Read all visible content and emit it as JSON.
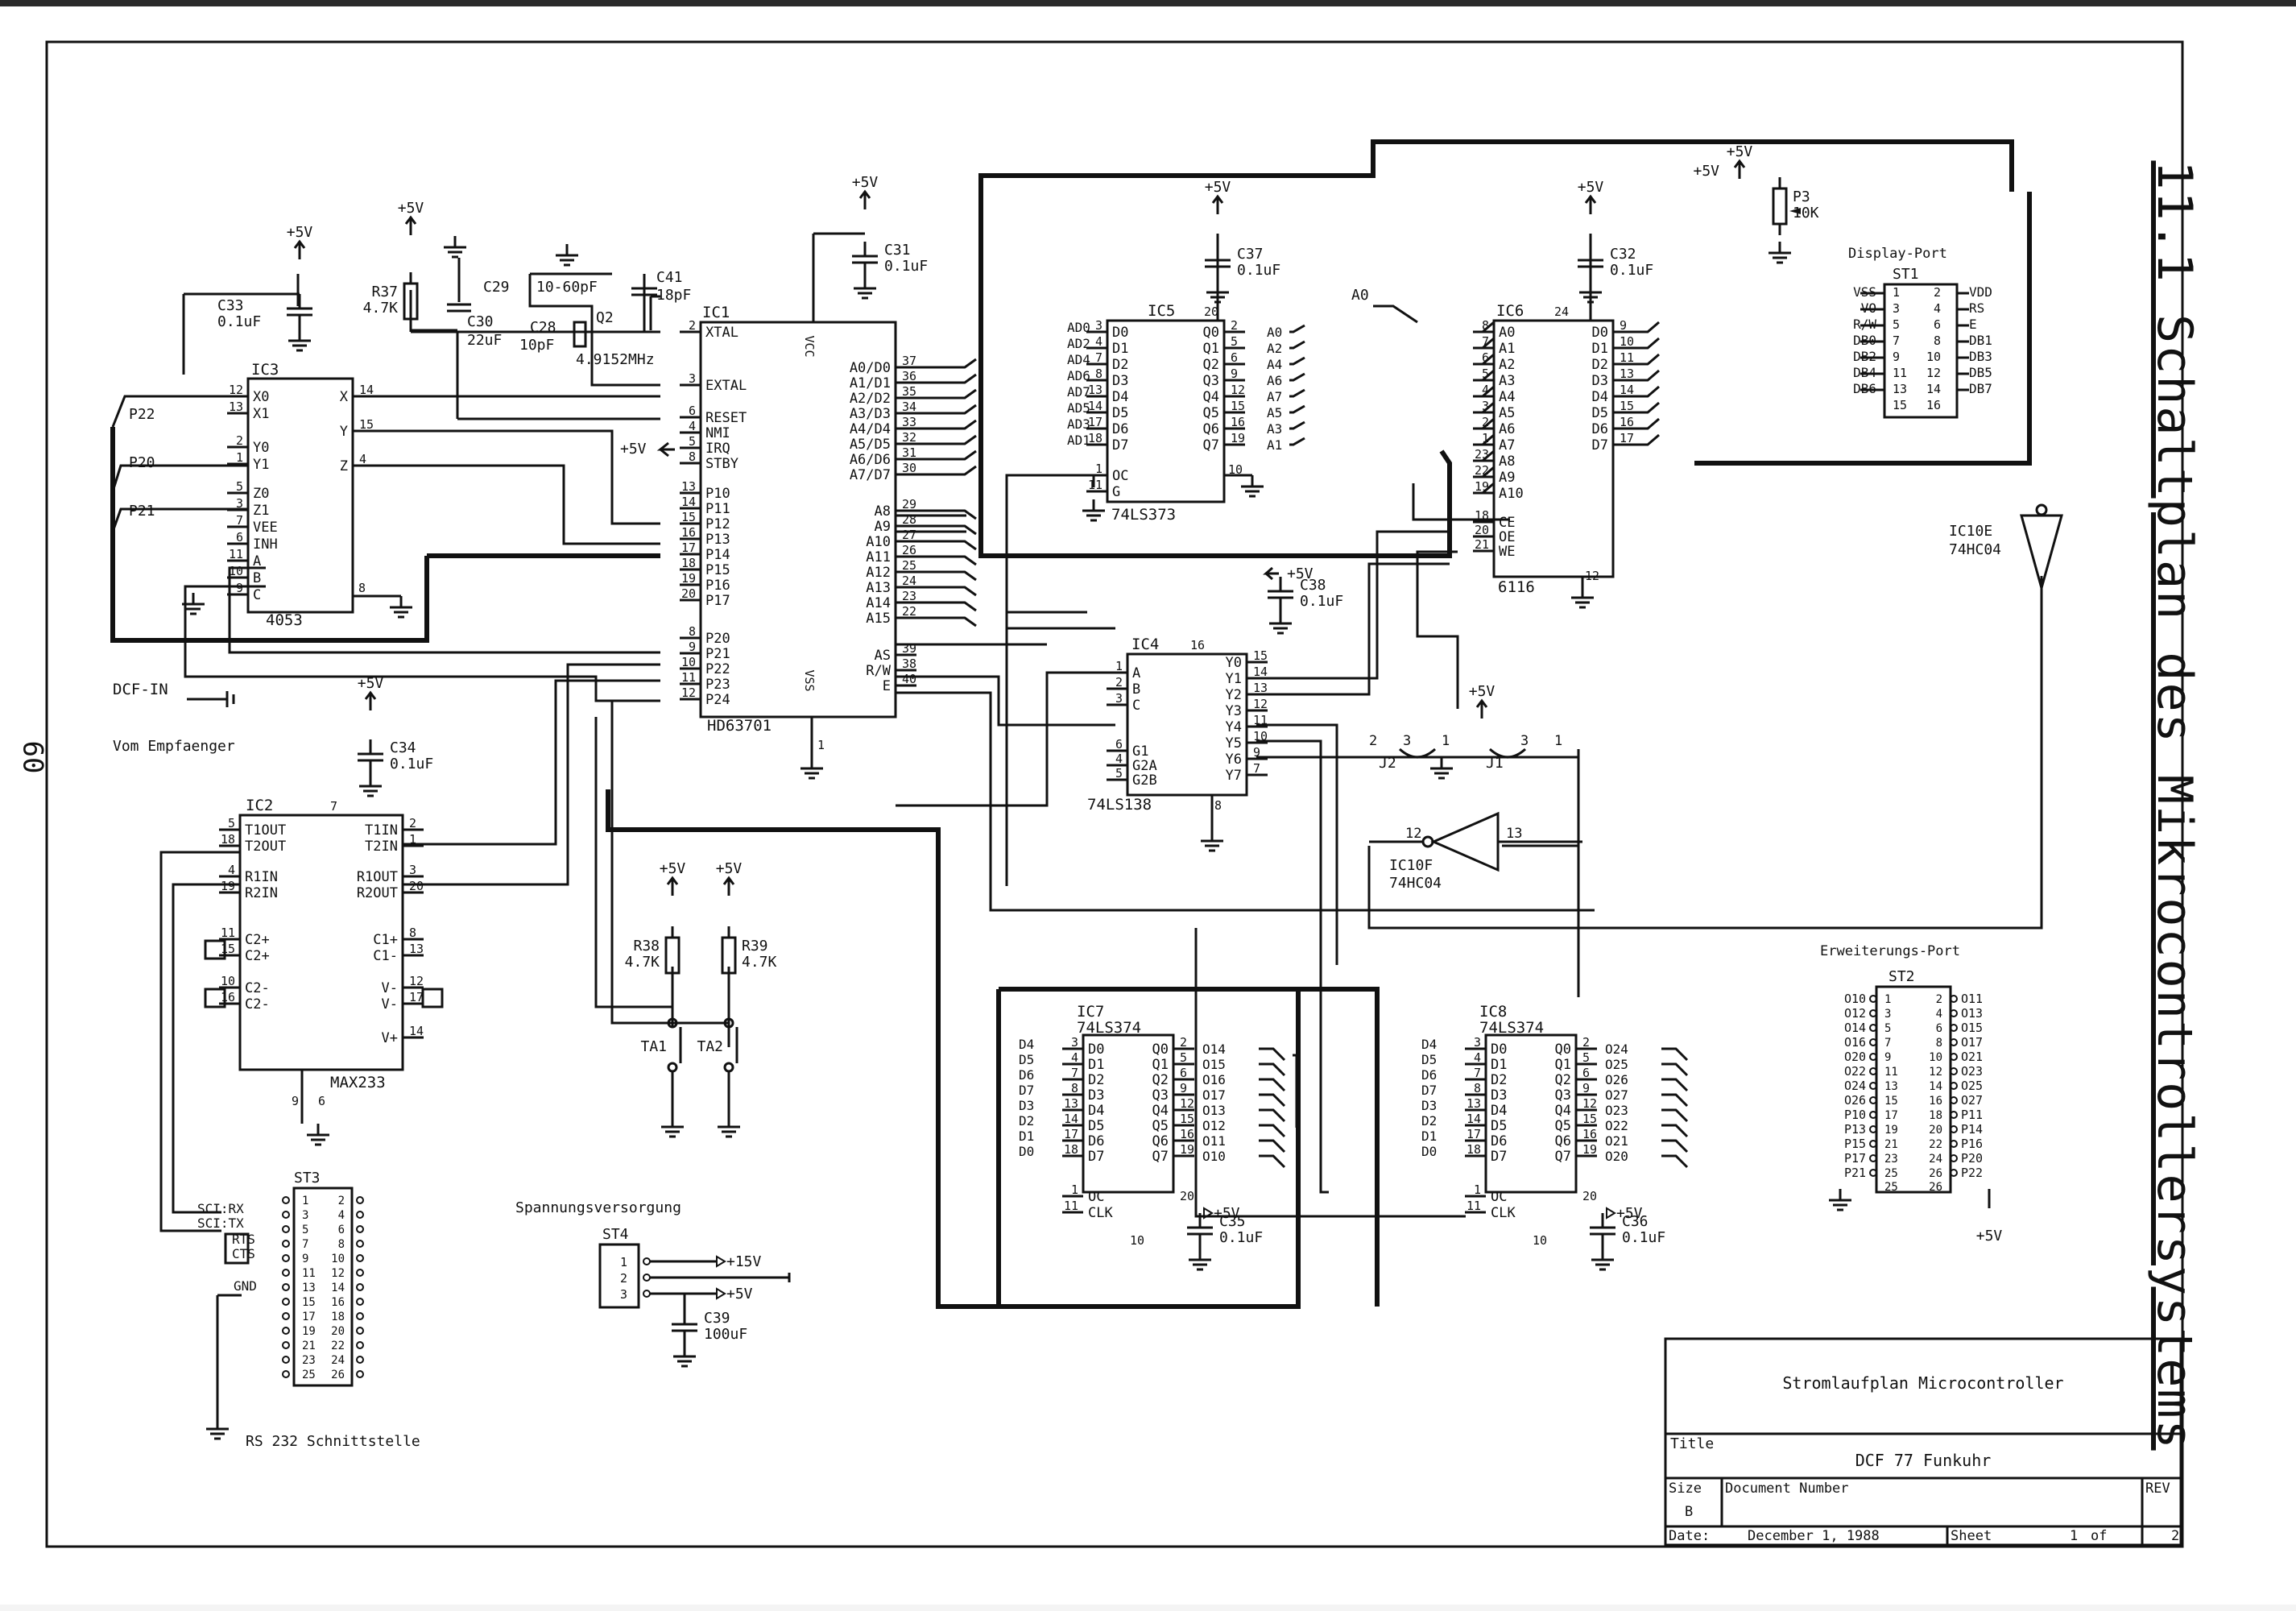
{
  "page_number": "60",
  "side_title": "11.1  Schaltplan des Mikrocontrollersystems",
  "title_block": {
    "heading": "Stromlaufplan Microcontroller",
    "title_label": "Title",
    "title_value": "DCF 77  Funkuhr",
    "size_label": "Size",
    "size_value": "B",
    "docnum_label": "Document Number",
    "rev_label": "REV",
    "date_label": "Date:",
    "date_value": "December  1, 1988",
    "sheet_label": "Sheet",
    "sheet_value": "1",
    "of_label": "of",
    "of_value": "2"
  },
  "labels": {
    "vcc": "+5V",
    "v15": "+15V",
    "dcf_in": "DCF-IN",
    "vom": "Vom Empfaenger",
    "spannung": "Spannungsversorgung",
    "rs232": "RS 232 Schnittstelle",
    "display_port": "Display-Port",
    "erweiterung": "Erweiterungs-Port",
    "gnd": "GND",
    "a0_net": "A0",
    "p22": "P22",
    "p20": "P20",
    "p21": "P21"
  },
  "ic1": {
    "ref": "IC1",
    "part": "HD63701",
    "left_pins": [
      "XTAL",
      "EXTAL",
      "RESET",
      "NMI",
      "IRQ",
      "STBY",
      "P10",
      "P11",
      "P12",
      "P13",
      "P14",
      "P15",
      "P16",
      "P17",
      "P20",
      "P21",
      "P22",
      "P23",
      "P24"
    ],
    "right_pins": [
      "A0/D0",
      "A1/D1",
      "A2/D2",
      "A3/D3",
      "A4/D4",
      "A5/D5",
      "A6/D6",
      "A7/D7",
      "A8",
      "A9",
      "A10",
      "A11",
      "A12",
      "A13",
      "A14",
      "A15",
      "AS",
      "R/W",
      "E"
    ]
  },
  "ic3": {
    "ref": "IC3",
    "part": "4053",
    "left_pins": [
      "X0",
      "X1",
      "Y0",
      "Y1",
      "Z0",
      "Z1",
      "VEE",
      "INH",
      "A",
      "B",
      "C"
    ],
    "right_pins": [
      "X",
      "Y",
      "Z"
    ]
  },
  "ic2": {
    "ref": "IC2",
    "part": "MAX233",
    "left_pins": [
      "T1OUT",
      "T2OUT",
      "R1IN",
      "R2IN",
      "C2+",
      "C2+",
      "C2-",
      "C2-"
    ],
    "right_pins": [
      "T1IN",
      "T2IN",
      "R1OUT",
      "R2OUT",
      "C1+",
      "C1-",
      "V-",
      "V-",
      "V+"
    ]
  },
  "ic5": {
    "ref": "IC5",
    "part": "74LS373",
    "d_pins": [
      "D0",
      "D1",
      "D2",
      "D3",
      "D4",
      "D5",
      "D6",
      "D7"
    ],
    "q_pins": [
      "Q0",
      "Q1",
      "Q2",
      "Q3",
      "Q4",
      "Q5",
      "Q6",
      "Q7"
    ],
    "in_labels": [
      "AD0",
      "AD2",
      "AD4",
      "AD6",
      "AD7",
      "AD5",
      "AD3",
      "AD1"
    ],
    "out_labels": [
      "A0",
      "A2",
      "A4",
      "A6",
      "A7",
      "A5",
      "A3",
      "A1"
    ]
  },
  "ic6": {
    "ref": "IC6",
    "part": "6116",
    "a_pins": [
      "A0",
      "A1",
      "A2",
      "A3",
      "A4",
      "A5",
      "A6",
      "A7",
      "A8",
      "A9",
      "A10"
    ],
    "d_pins": [
      "D0",
      "D1",
      "D2",
      "D3",
      "D4",
      "D5",
      "D6",
      "D7"
    ],
    "ctl": [
      "CE",
      "OE",
      "WE"
    ]
  },
  "ic4": {
    "ref": "IC4",
    "part": "74LS138",
    "in_pins": [
      "A",
      "B",
      "C",
      "G1",
      "G2A",
      "G2B"
    ],
    "out_pins": [
      "Y0",
      "Y1",
      "Y2",
      "Y3",
      "Y4",
      "Y5",
      "Y6",
      "Y7"
    ]
  },
  "ic7": {
    "ref": "IC7",
    "part": "74LS374",
    "in_labels": [
      "D4",
      "D5",
      "D6",
      "D7",
      "D3",
      "D2",
      "D1",
      "D0"
    ],
    "out_labels": [
      "O14",
      "O15",
      "O16",
      "O17",
      "O13",
      "O12",
      "O11",
      "O10"
    ]
  },
  "ic8": {
    "ref": "IC8",
    "part": "74LS374",
    "in_labels": [
      "D4",
      "D5",
      "D6",
      "D7",
      "D3",
      "D2",
      "D1",
      "D0"
    ],
    "out_labels": [
      "O24",
      "O25",
      "O26",
      "O27",
      "O23",
      "O22",
      "O21",
      "O20"
    ]
  },
  "inverters": {
    "ic10e": "IC10E",
    "ic10f": "IC10F",
    "part": "74HC04"
  },
  "st1": {
    "ref": "ST1",
    "left": [
      "VSS",
      "VO",
      "R/W",
      "DB0",
      "DB2",
      "DB4",
      "DB6"
    ],
    "right": [
      "VDD",
      "RS",
      "E",
      "DB1",
      "DB3",
      "DB5",
      "DB7"
    ]
  },
  "st2": {
    "ref": "ST2",
    "left": [
      "O10",
      "O12",
      "O14",
      "O16",
      "O20",
      "O22",
      "O24",
      "O26",
      "P10",
      "P13",
      "P15",
      "P17",
      "P21"
    ],
    "right": [
      "O11",
      "O13",
      "O15",
      "O17",
      "O21",
      "O23",
      "O25",
      "O27",
      "P11",
      "P14",
      "P16",
      "P20",
      "P22"
    ]
  },
  "st3": {
    "ref": "ST3",
    "signals": [
      "SCI:RX",
      "SCI:TX",
      "RTS",
      "CTS",
      "GND"
    ]
  },
  "st4": {
    "ref": "ST4"
  },
  "components": {
    "c33": [
      "C33",
      "0.1uF"
    ],
    "c31": [
      "C31",
      "0.1uF"
    ],
    "c37": [
      "C37",
      "0.1uF"
    ],
    "c32": [
      "C32",
      "0.1uF"
    ],
    "c38": [
      "C38",
      "0.1uF"
    ],
    "c34": [
      "C34",
      "0.1uF"
    ],
    "c35": [
      "C35",
      "0.1uF"
    ],
    "c36": [
      "C36",
      "0.1uF"
    ],
    "c30": [
      "C30",
      "22uF"
    ],
    "c29": [
      "C29",
      "10-60pF"
    ],
    "c28": [
      "C28",
      "10pF"
    ],
    "c41": [
      "C41",
      "18pF"
    ],
    "q2": [
      "Q2",
      "4.9152MHz"
    ],
    "r37": [
      "R37",
      "4.7K"
    ],
    "r38": [
      "R38",
      "4.7K"
    ],
    "r39": [
      "R39",
      "4.7K"
    ],
    "p3": [
      "P3",
      "10K"
    ],
    "c39": [
      "C39",
      "100uF"
    ],
    "ta1": "TA1",
    "ta2": "TA2",
    "j1": "J1",
    "j2": "J2"
  }
}
